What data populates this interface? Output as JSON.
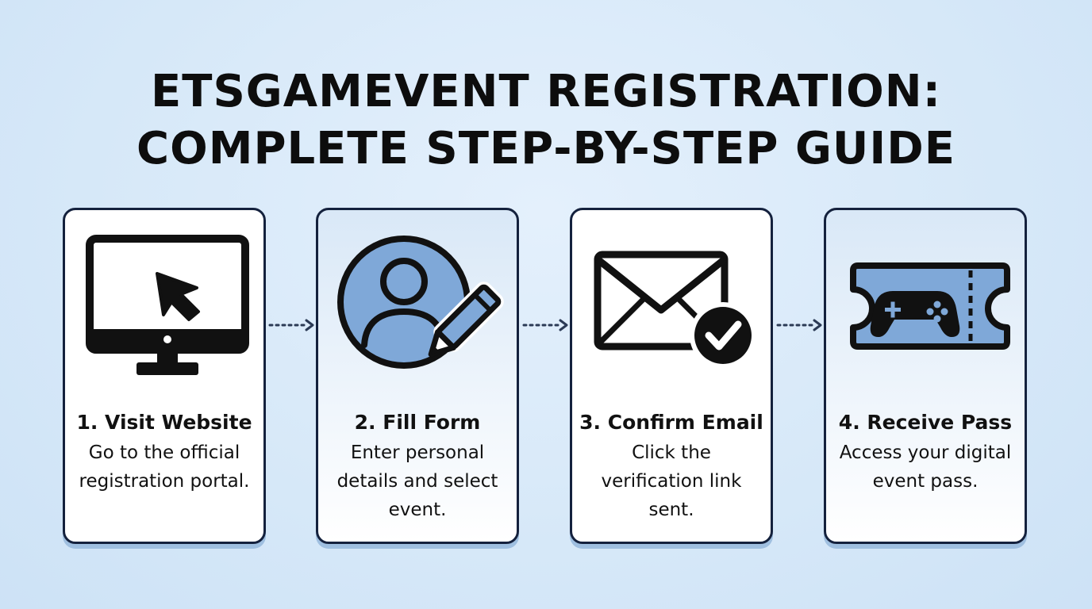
{
  "title": {
    "line1": "ETSGAMEVENT REGISTRATION:",
    "line2": "COMPLETE STEP-BY-STEP GUIDE"
  },
  "steps": [
    {
      "title": "1. Visit Website",
      "description": "Go to the official registration portal.",
      "icon": "monitor-cursor-icon"
    },
    {
      "title": "2. Fill Form",
      "description": "Enter personal details and select event.",
      "icon": "user-edit-icon"
    },
    {
      "title": "3. Confirm Email",
      "description": "Click the verification link sent.",
      "icon": "email-check-icon"
    },
    {
      "title": "4. Receive Pass",
      "description": "Access your digital event pass.",
      "icon": "gamepad-ticket-icon"
    }
  ],
  "colors": {
    "background": "#d6e8f8",
    "accent": "#7fa8d8",
    "outline": "#111111",
    "card_border": "#14213d"
  }
}
